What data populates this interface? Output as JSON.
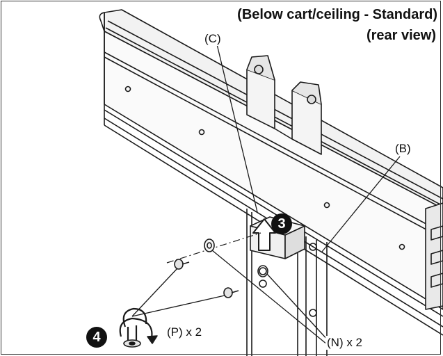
{
  "heading": {
    "line1": "(Below cart/ceiling - Standard)",
    "line2": "(rear view)"
  },
  "labels": {
    "c": "(C)",
    "b": "(B)",
    "n": "(N) x 2",
    "p": "(P) x 2"
  },
  "steps": {
    "three": "3",
    "four": "4"
  },
  "colors": {
    "line": "#1a1a1a",
    "fill": "#f2f2f2",
    "shade": "#d9d9d9"
  }
}
